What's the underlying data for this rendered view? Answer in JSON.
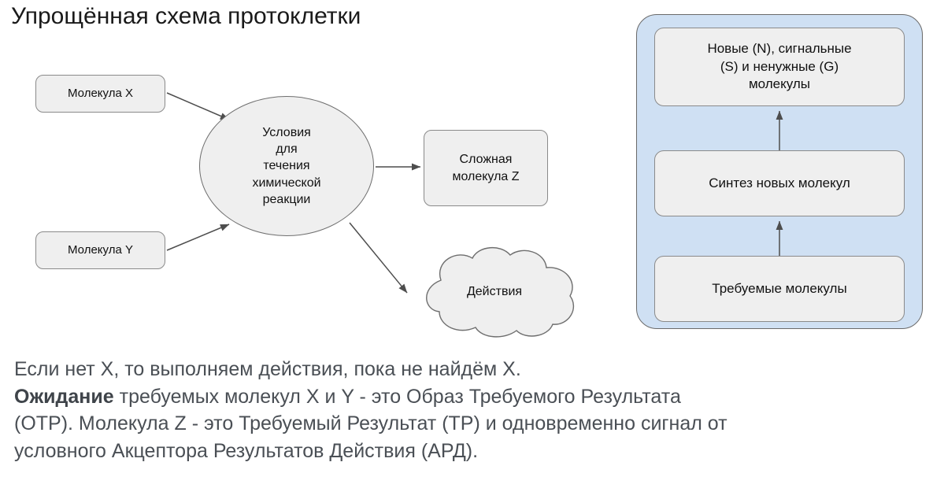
{
  "page_title": "Упрощённая схема протоклетки",
  "colors": {
    "node_fill": "#efefef",
    "node_border": "#8a8a8a",
    "panel_fill": "#cfe0f3",
    "panel_border": "#6a6a6a",
    "arrow": "#4d4d4d",
    "caption_text": "#4a4f55",
    "title_text": "#1a1a1a"
  },
  "diagram_left": {
    "name": "protocell-flowchart",
    "nodes": {
      "molecule_x": "Молекула X",
      "molecule_y": "Молекула Y",
      "conditions": "Условия\nдля\nтечения\nхимической\nреакции",
      "molecule_z": "Сложная\nмолекула Z",
      "actions": "Действия"
    },
    "edges": [
      {
        "from": "molecule_x",
        "to": "conditions",
        "style": "arrow"
      },
      {
        "from": "molecule_y",
        "to": "conditions",
        "style": "arrow"
      },
      {
        "from": "conditions",
        "to": "molecule_z",
        "style": "arrow"
      },
      {
        "from": "conditions",
        "to": "actions",
        "style": "arrow"
      }
    ]
  },
  "panel_cell": {
    "name": "protocell-container",
    "boxes": {
      "new_molecules": "Новые (N), сигнальные\n(S) и ненужные (G)\nмолекулы",
      "synthesis": "Синтез новых молекул",
      "required_molecules": "Требуемые молекулы"
    },
    "edges": [
      {
        "from": "required_molecules",
        "to": "synthesis",
        "style": "arrow-up"
      },
      {
        "from": "synthesis",
        "to": "new_molecules",
        "style": "arrow-up"
      }
    ]
  },
  "caption": {
    "line1": "Если нет X, то выполняем действия, пока не найдём X.",
    "line2_bold": "Ожидание",
    "line2_rest": " требуемых молекул X и Y - это Образ Требуемого Результата",
    "line3": "(ОТР). Молекула Z - это Требуемый Результат (ТР) и одновременно сигнал от",
    "line4": "условного Акцептора Результатов Действия (АРД)."
  }
}
